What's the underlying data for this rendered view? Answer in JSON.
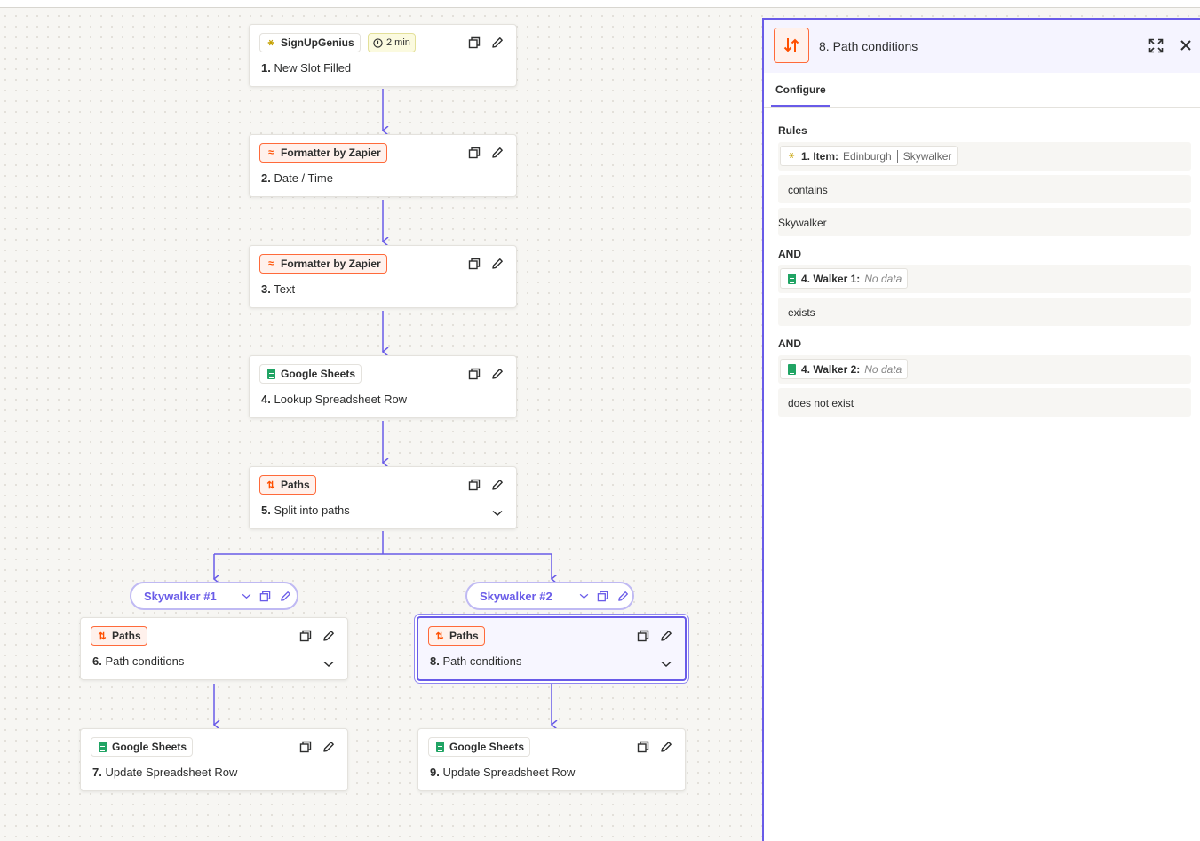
{
  "steps": [
    {
      "app": "SignUpGenius",
      "time": "2 min",
      "num": "1.",
      "name": "New Slot Filled"
    },
    {
      "app": "Formatter by Zapier",
      "num": "2.",
      "name": "Date / Time"
    },
    {
      "app": "Formatter by Zapier",
      "num": "3.",
      "name": "Text"
    },
    {
      "app": "Google Sheets",
      "num": "4.",
      "name": "Lookup Spreadsheet Row"
    },
    {
      "app": "Paths",
      "num": "5.",
      "name": "Split into paths"
    },
    {
      "app": "Paths",
      "num": "6.",
      "name": "Path conditions"
    },
    {
      "app": "Google Sheets",
      "num": "7.",
      "name": "Update Spreadsheet Row"
    },
    {
      "app": "Paths",
      "num": "8.",
      "name": "Path conditions"
    },
    {
      "app": "Google Sheets",
      "num": "9.",
      "name": "Update Spreadsheet Row"
    }
  ],
  "paths": [
    {
      "name": "Skywalker #1"
    },
    {
      "name": "Skywalker #2"
    }
  ],
  "panel": {
    "title": "8. Path conditions",
    "tab": "Configure",
    "rules_label": "Rules",
    "rule1": {
      "token_label": "1. Item:",
      "token_value_a": "Edinburgh",
      "token_value_b": "Skywalker",
      "operator": "contains",
      "value": "Skywalker"
    },
    "and1": "AND",
    "rule2": {
      "token_label": "4. Walker 1:",
      "token_value": "No data",
      "operator": "exists"
    },
    "and2": "AND",
    "rule3": {
      "token_label": "4. Walker 2:",
      "token_value": "No data",
      "operator": "does not exist"
    }
  },
  "colors": {
    "accent": "#695be8",
    "orange": "#ff4f00",
    "sheets": "#20a464"
  }
}
